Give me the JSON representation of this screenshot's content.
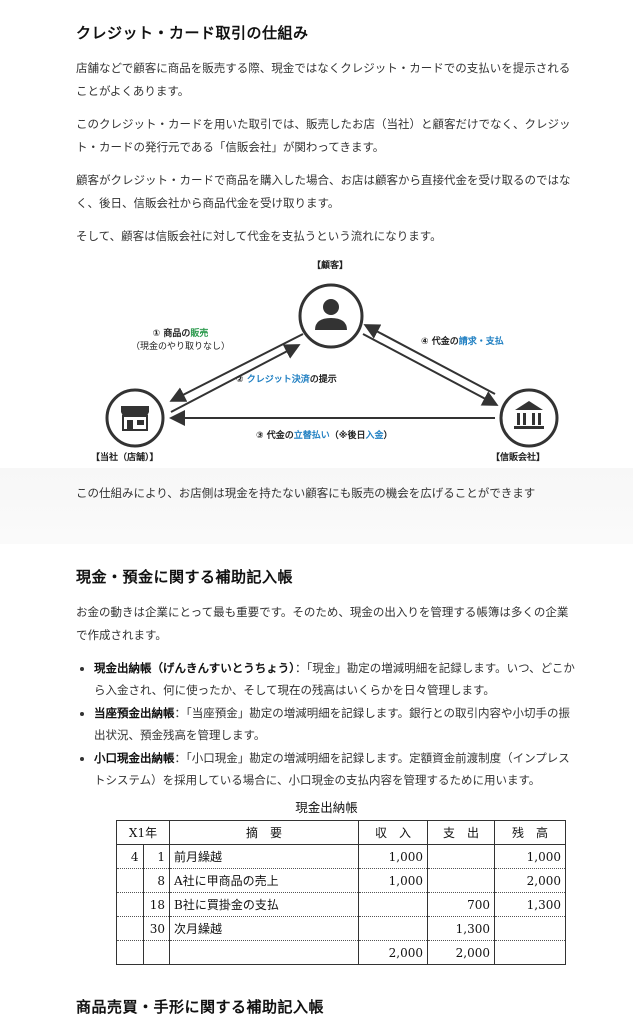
{
  "section1": {
    "title": "クレジット・カード取引の仕組み",
    "paragraphs": [
      "店舗などで顧客に商品を販売する際、現金ではなくクレジット・カードでの支払いを提示されることがよくあります。",
      "このクレジット・カードを用いた取引では、販売したお店（当社）と顧客だけでなく、クレジット・カードの発行元である「信販会社」が関わってきます。",
      "顧客がクレジット・カードで商品を購入した場合、お店は顧客から直接代金を受け取るのではなく、後日、信販会社から商品代金を受け取ります。",
      "そして、顧客は信販会社に対して代金を支払うという流れになります。"
    ],
    "diagram": {
      "customer_label": "【顧客】",
      "store_label": "【当社（店舗）】",
      "company_label": "【信販会社】",
      "step1_pre": "① 商品の",
      "step1_hl": "販売",
      "step1_sub": "（現金のやり取りなし）",
      "step2_pre": "② ",
      "step2_hl": "クレジット決済",
      "step2_post": "の提示",
      "step3_pre": "③ 代金の",
      "step3_hl": "立替払い",
      "step3_mid": "（※後日",
      "step3_hl2": "入金",
      "step3_post": "）",
      "step4_pre": "④ 代金の",
      "step4_hl": "請求・支払",
      "colors": {
        "accent_blue": "#1f7fc2",
        "accent_green": "#2e9b4f",
        "icon_gray": "#333333"
      }
    },
    "after_text": "この仕組みにより、お店側は現金を持たない顧客にも販売の機会を広げることができます"
  },
  "section2": {
    "title": "現金・預金に関する補助記入帳",
    "intro": "お金の動きは企業にとって最も重要です。そのため、現金の出入りを管理する帳簿は多くの企業で作成されます。",
    "items": [
      {
        "term": "現金出納帳（げんきんすいとうちょう）",
        "desc": "：「現金」勘定の増減明細を記録します。いつ、どこから入金され、何に使ったか、そして現在の残高はいくらかを日々管理します。"
      },
      {
        "term": "当座預金出納帳",
        "desc": "：「当座預金」勘定の増減明細を記録します。銀行との取引内容や小切手の振出状況、預金残高を管理します。"
      },
      {
        "term": "小口現金出納帳",
        "desc": "：「小口現金」勘定の増減明細を記録します。定額資金前渡制度（インプレストシステム）を採用している場合に、小口現金の支払内容を管理するために用います。"
      }
    ],
    "ledger": {
      "caption": "現金出納帳",
      "headers": [
        "X1年",
        "摘　要",
        "収　入",
        "支　出",
        "残　高"
      ],
      "rows": [
        {
          "month": "4",
          "day": "1",
          "desc": "前月繰越",
          "income": "1,000",
          "expense": "",
          "balance": "1,000"
        },
        {
          "month": "",
          "day": "8",
          "desc": "A社に甲商品の売上",
          "income": "1,000",
          "expense": "",
          "balance": "2,000"
        },
        {
          "month": "",
          "day": "18",
          "desc": "B社に買掛金の支払",
          "income": "",
          "expense": "700",
          "balance": "1,300"
        },
        {
          "month": "",
          "day": "30",
          "desc": "次月繰越",
          "income": "",
          "expense": "1,300",
          "balance": ""
        },
        {
          "month": "",
          "day": "",
          "desc": "",
          "income": "2,000",
          "expense": "2,000",
          "balance": ""
        }
      ]
    }
  },
  "section3": {
    "title": "商品売買・手形に関する補助記入帳"
  }
}
